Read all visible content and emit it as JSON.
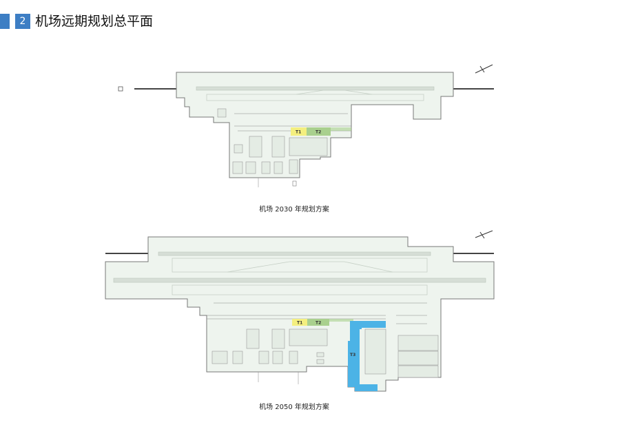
{
  "header": {
    "section_number": "2",
    "title": "机场远期规划总平面"
  },
  "plans": [
    {
      "caption": "机场 2030 年规划方案",
      "terminals": [
        "T1",
        "T2"
      ]
    },
    {
      "caption": "机场 2050 年规划方案",
      "terminals": [
        "T1",
        "T2",
        "T3"
      ]
    }
  ],
  "colors": {
    "accent": "#3d7ec4",
    "site_fill": "#eef4ee",
    "site_outline": "#777777",
    "runway": "#d6ded6",
    "T1": "#f4ef7f",
    "T2": "#a9d08e",
    "T3": "#4cb3e6"
  }
}
